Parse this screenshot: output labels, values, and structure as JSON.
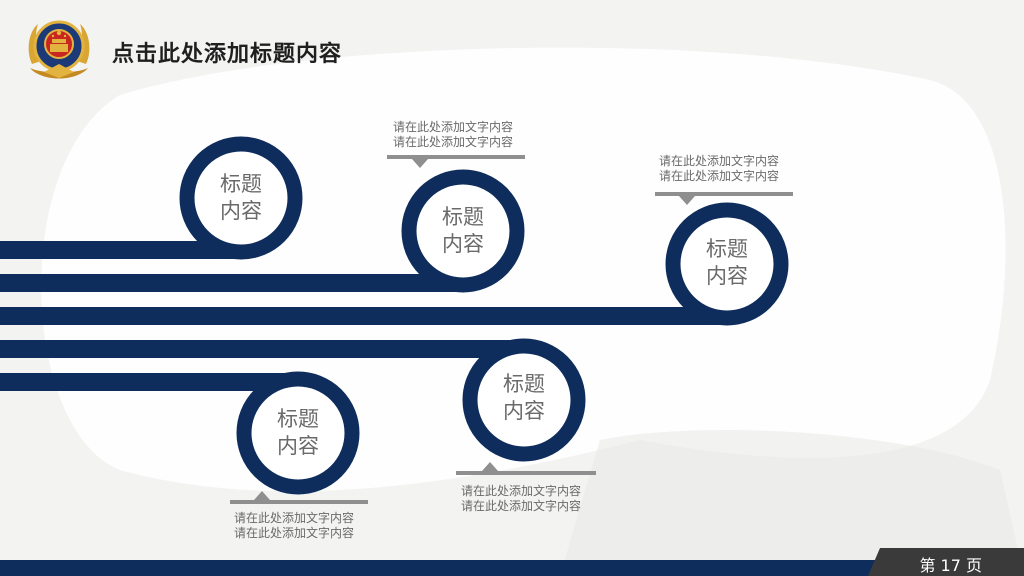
{
  "header": {
    "title": "点击此处添加标题内容"
  },
  "nodes": [
    {
      "line1": "标题",
      "line2": "内容"
    },
    {
      "line1": "标题",
      "line2": "内容"
    },
    {
      "line1": "标题",
      "line2": "内容"
    },
    {
      "line1": "标题",
      "line2": "内容"
    },
    {
      "line1": "标题",
      "line2": "内容"
    }
  ],
  "descriptions": [
    {
      "line1": "请在此处添加文字内容",
      "line2": "请在此处添加文字内容"
    },
    {
      "line1": "请在此处添加文字内容",
      "line2": "请在此处添加文字内容"
    },
    {
      "line1": "请在此处添加文字内容",
      "line2": "请在此处添加文字内容"
    },
    {
      "line1": "请在此处添加文字内容",
      "line2": "请在此处添加文字内容"
    }
  ],
  "footer": {
    "page": "第 17 页"
  },
  "colors": {
    "navy": "#0e2d5c",
    "gray_line": "#8f8f8f",
    "footer_dark": "#3a3a3a",
    "text_gray": "#6a6a6a"
  }
}
